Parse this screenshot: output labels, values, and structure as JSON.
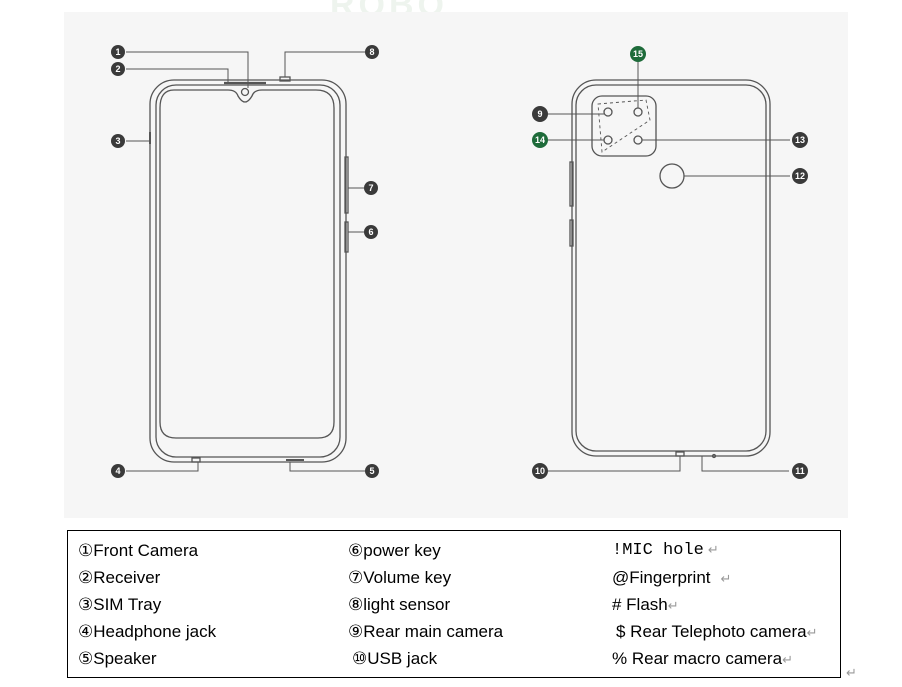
{
  "watermark": {
    "text": "ROBO"
  },
  "callouts": {
    "c1": "1",
    "c2": "2",
    "c3": "3",
    "c4": "4",
    "c5": "5",
    "c6": "6",
    "c7": "7",
    "c8": "8",
    "c9": "9",
    "c10": "10",
    "c11": "11",
    "c12": "12",
    "c13": "13",
    "c14": "14",
    "c15": "15"
  },
  "colors": {
    "callout_dark": "#3a3a3a",
    "callout_green": "#1e6b3a",
    "outline": "#555555"
  },
  "legend": {
    "col1": [
      "①Front Camera",
      "②Receiver",
      "③SIM Tray",
      "④Headphone jack",
      "⑤Speaker"
    ],
    "col2": [
      "⑥power key",
      "⑦Volume key",
      "⑧light sensor",
      "⑨Rear main camera",
      "⑩USB jack"
    ],
    "col3": [
      "!MIC hole",
      "@Fingerprint",
      "# Flash",
      "$ Rear Telephoto camera",
      "% Rear macro camera"
    ],
    "return_mark": "↵"
  }
}
